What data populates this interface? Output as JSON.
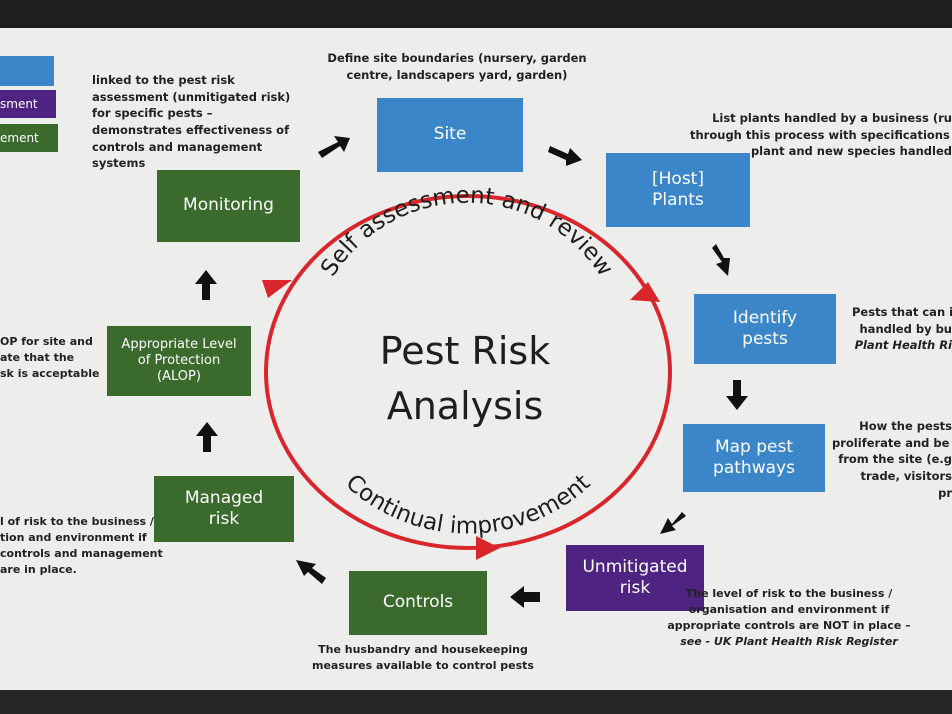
{
  "center": {
    "line1": "Pest Risk",
    "line2": "Analysis"
  },
  "ring": {
    "top_text": "Self assessment and review",
    "bottom_text": "Continual improvement"
  },
  "nodes": {
    "site": "Site",
    "host_plants": {
      "line1": "[Host]",
      "line2": "Plants"
    },
    "identify_pests": {
      "line1": "Identify",
      "line2": "pests"
    },
    "map_pathways": {
      "line1": "Map pest",
      "line2": "pathways"
    },
    "unmitigated": {
      "line1": "Unmitigated",
      "line2": "risk"
    },
    "controls": "Controls",
    "managed": {
      "line1": "Managed",
      "line2": "risk"
    },
    "alop": {
      "line1": "Appropriate Level",
      "line2": "of Protection",
      "line3": "(ALOP)"
    },
    "monitoring": "Monitoring"
  },
  "legend": {
    "item2": "sment",
    "item3": "ement"
  },
  "notes": {
    "site": [
      "Define site boundaries (nursery, garden",
      "centre, landscapers yard, garden)"
    ],
    "plants": [
      "List plants handled by a business (ru",
      "through this process with specifications o",
      "plant and new species handled"
    ],
    "identify": [
      "Pests that can i",
      "handled by bu",
      "Plant Health Ri"
    ],
    "pathways": [
      "How the pests",
      "proliferate and be t",
      "from the site (e.g",
      "trade, visitors",
      "pr"
    ],
    "unmitigated": [
      "The level of risk to the business /",
      "organisation and environment if",
      "appropriate controls are NOT in place –",
      "see - UK Plant Health Risk Register"
    ],
    "controls": [
      "The husbandry and housekeeping",
      "measures available to control pests"
    ],
    "managed": [
      "l of risk to the business /",
      "tion and environment if",
      "controls and management",
      "are in place."
    ],
    "alop": [
      "OP for site and",
      "ate that the",
      "sk is acceptable"
    ],
    "monitoring": [
      "linked to the pest risk",
      "assessment (unmitigated risk)",
      "for specific pests –",
      "demonstrates effectiveness of",
      "controls and management",
      "systems"
    ]
  },
  "colors": {
    "blue": "#3a86c8",
    "green": "#3a6a2c",
    "purple": "#4f2382",
    "ring": "#d9262c",
    "arrow": "#111111"
  }
}
